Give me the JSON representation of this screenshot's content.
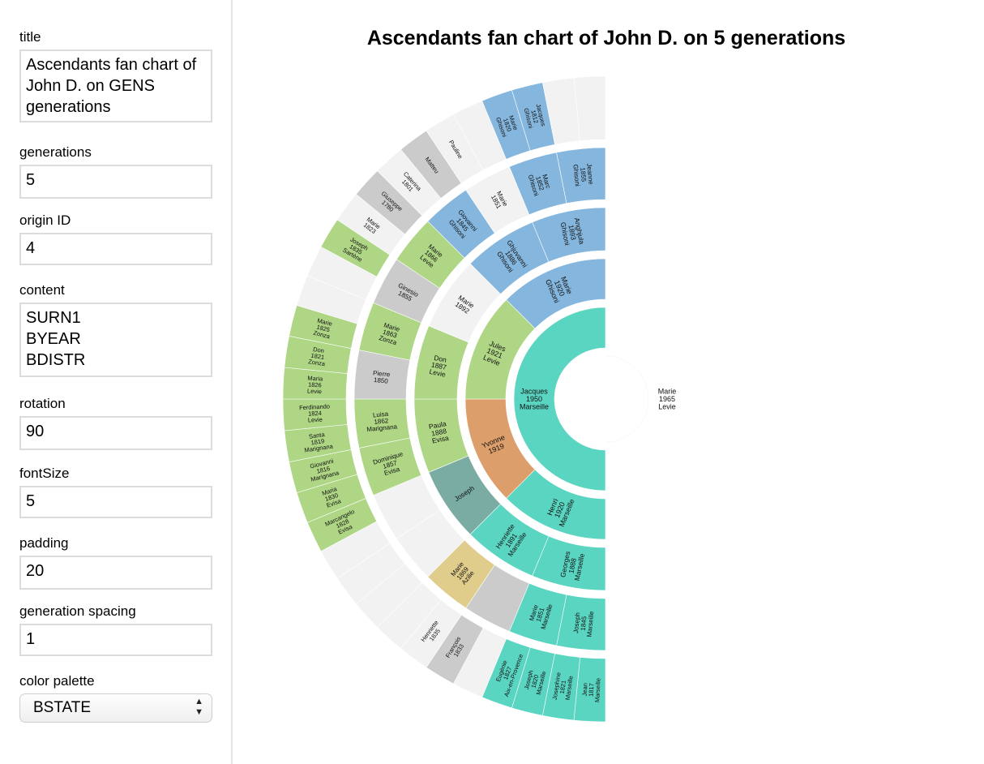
{
  "sidebar": {
    "fields": [
      {
        "label": "title",
        "value": "Ascendants fan chart of John D. on GENS generations"
      },
      {
        "label": "generations",
        "value": "5"
      },
      {
        "label": "origin ID",
        "value": "4"
      },
      {
        "label": "content",
        "value": "SURN1\nBYEAR\nBDISTR"
      },
      {
        "label": "rotation",
        "value": "90"
      },
      {
        "label": "fontSize",
        "value": "5"
      },
      {
        "label": "padding",
        "value": "20"
      },
      {
        "label": "generation spacing",
        "value": "1"
      }
    ],
    "palette": {
      "label": "color palette",
      "value": "BSTATE"
    }
  },
  "chart": {
    "title": "Ascendants fan chart of John D. on 5 generations",
    "colors": {
      "green": "#aed685",
      "teal": "#5ad5c1",
      "blue": "#85b6de",
      "orange": "#dc9f6c",
      "darkteal": "#7aaca4",
      "khaki": "#e0cc8b",
      "gray": "#cbcbcb",
      "light": "#f2f2f2"
    },
    "root": {
      "lines": [
        "Marie",
        "1965",
        "Levie"
      ],
      "color": "green"
    },
    "gen1": [
      {
        "lines": [
          "Jacques",
          "1950",
          "Marseille"
        ],
        "color": "teal"
      }
    ],
    "gen2": [
      {
        "lines": [
          "Henri",
          "1920",
          "Marseille"
        ],
        "color": "teal"
      },
      {
        "lines": [
          "Yvonne",
          "1919"
        ],
        "color": "orange"
      },
      {
        "lines": [
          "Jules",
          "1921",
          "Levie"
        ],
        "color": "green"
      },
      {
        "lines": [
          "Marie",
          "1920",
          "Ghisoni"
        ],
        "color": "blue"
      }
    ],
    "gen3": [
      {
        "lines": [
          "Georges",
          "1888",
          "Marseille"
        ],
        "color": "teal"
      },
      {
        "lines": [
          "Henriette",
          "1891",
          "Marseille"
        ],
        "color": "teal"
      },
      {
        "lines": [
          "Joseph"
        ],
        "color": "darkteal"
      },
      {
        "lines": [
          "Paula",
          "1888",
          "Evisa"
        ],
        "color": "green"
      },
      {
        "lines": [
          "Don",
          "1887",
          "Levie"
        ],
        "color": "green"
      },
      {
        "lines": [
          "Marie",
          "1892"
        ],
        "color": "light"
      },
      {
        "lines": [
          "Ghjuvanni",
          "1886",
          "Ghisoni"
        ],
        "color": "blue"
      },
      {
        "lines": [
          "Anghjula",
          "1893",
          "Ghisoni"
        ],
        "color": "blue"
      }
    ],
    "gen4": [
      {
        "lines": [
          "Joseph",
          "1845",
          "Marseille"
        ],
        "color": "teal"
      },
      {
        "lines": [
          "Marie",
          "1851",
          "Marseille"
        ],
        "color": "teal"
      },
      {
        "lines": [],
        "color": "gray"
      },
      {
        "lines": [
          "Marie",
          "1869",
          "Azilie"
        ],
        "color": "khaki"
      },
      {
        "lines": [],
        "color": "light"
      },
      {
        "lines": [],
        "color": "light"
      },
      {
        "lines": [
          "Dominique",
          "1857",
          "Evisa"
        ],
        "color": "green"
      },
      {
        "lines": [
          "Luisa",
          "1862",
          "Marignana"
        ],
        "color": "green"
      },
      {
        "lines": [
          "Pierre",
          "1850"
        ],
        "color": "gray"
      },
      {
        "lines": [
          "Marie",
          "1863",
          "Zonza"
        ],
        "color": "green"
      },
      {
        "lines": [
          "Ginesio",
          "1855"
        ],
        "color": "gray"
      },
      {
        "lines": [
          "Marie",
          "1866",
          "Levie"
        ],
        "color": "green"
      },
      {
        "lines": [
          "Giovanni",
          "1845",
          "Ghisoni"
        ],
        "color": "blue"
      },
      {
        "lines": [
          "Marie",
          "1851"
        ],
        "color": "light"
      },
      {
        "lines": [
          "Marc",
          "1852",
          "Ghisoni"
        ],
        "color": "blue"
      },
      {
        "lines": [
          "Jeanne",
          "1855",
          "Ghisoni"
        ],
        "color": "blue"
      }
    ],
    "gen5": [
      {
        "lines": [
          "Jean",
          "1817",
          "Marseille"
        ],
        "color": "teal"
      },
      {
        "lines": [
          "Josephine",
          "1821",
          "Marseille"
        ],
        "color": "teal"
      },
      {
        "lines": [
          "Joseph",
          "1820",
          "Marseille"
        ],
        "color": "teal"
      },
      {
        "lines": [
          "Eugènie",
          "1827",
          "Aix-en-Provence"
        ],
        "color": "teal"
      },
      {
        "lines": [],
        "color": "light"
      },
      {
        "lines": [
          "François",
          "1833"
        ],
        "color": "gray"
      },
      {
        "lines": [
          "Henriette",
          "1835"
        ],
        "color": "light"
      },
      {
        "lines": [],
        "color": "light"
      },
      {
        "lines": [],
        "color": "light"
      },
      {
        "lines": [],
        "color": "light"
      },
      {
        "lines": [],
        "color": "light"
      },
      {
        "lines": [
          "Marcangelo",
          "1828",
          "Evisa"
        ],
        "color": "green"
      },
      {
        "lines": [
          "Maria",
          "1830",
          "Evisa"
        ],
        "color": "green"
      },
      {
        "lines": [
          "Giovanni",
          "1816",
          "Marignana"
        ],
        "color": "green"
      },
      {
        "lines": [
          "Santa",
          "1819",
          "Marignana"
        ],
        "color": "green"
      },
      {
        "lines": [
          "Ferdinando",
          "1824",
          "Levie"
        ],
        "color": "green"
      },
      {
        "lines": [
          "Maria",
          "1826",
          "Levie"
        ],
        "color": "green"
      },
      {
        "lines": [
          "Don",
          "1821",
          "Zonza"
        ],
        "color": "green"
      },
      {
        "lines": [
          "Marie",
          "1825",
          "Zonza"
        ],
        "color": "green"
      },
      {
        "lines": [],
        "color": "light"
      },
      {
        "lines": [],
        "color": "light"
      },
      {
        "lines": [
          "Joseph",
          "1835",
          "Sartène"
        ],
        "color": "green"
      },
      {
        "lines": [
          "Marie",
          "1823"
        ],
        "color": "light"
      },
      {
        "lines": [
          "Giuseppe",
          "1780"
        ],
        "color": "gray"
      },
      {
        "lines": [
          "Caterina",
          "1801"
        ],
        "color": "light"
      },
      {
        "lines": [
          "Matteu"
        ],
        "color": "gray"
      },
      {
        "lines": [
          "Pauline"
        ],
        "color": "light"
      },
      {
        "lines": [],
        "color": "light"
      },
      {
        "lines": [
          "Marie",
          "1820",
          "Ghisoni"
        ],
        "color": "blue"
      },
      {
        "lines": [
          "Jacques",
          "1812",
          "Ghisoni"
        ],
        "color": "blue"
      },
      {
        "lines": [],
        "color": "light"
      },
      {
        "lines": [],
        "color": "light"
      }
    ]
  }
}
